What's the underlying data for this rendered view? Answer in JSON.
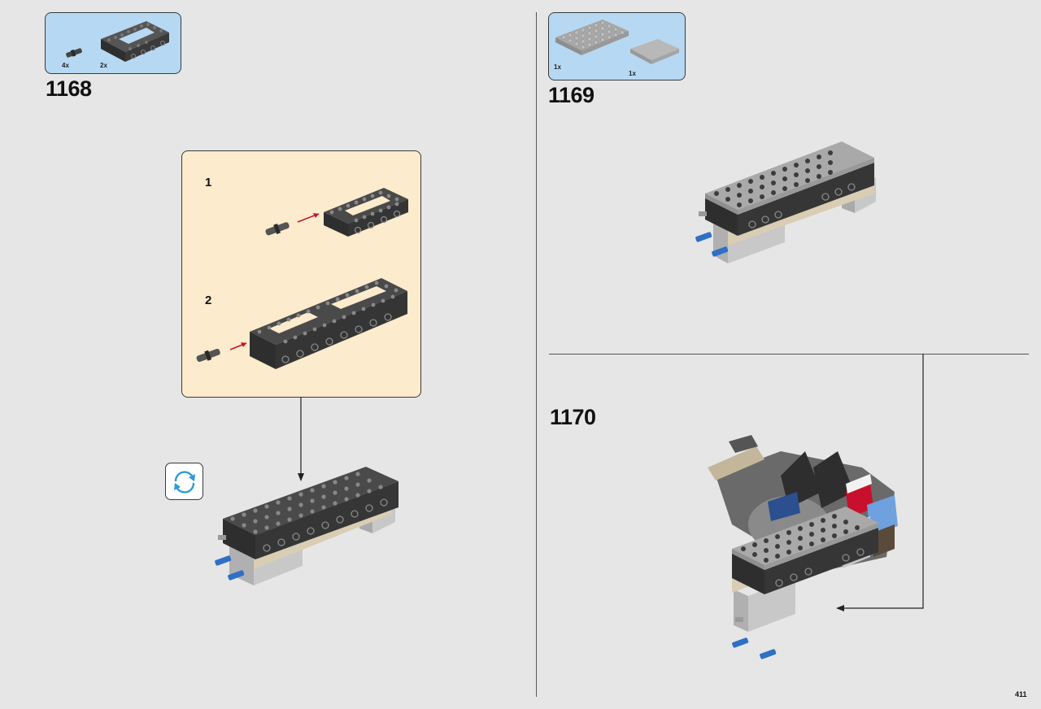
{
  "steps": {
    "s1168": {
      "number": "1168",
      "parts": [
        {
          "qty": "4x",
          "part": "axle-pin-icon"
        },
        {
          "qty": "2x",
          "part": "technic-brick-frame-icon"
        }
      ],
      "substeps": [
        "1",
        "2"
      ]
    },
    "s1169": {
      "number": "1169",
      "parts": [
        {
          "qty": "1x",
          "part": "plate-6x8-icon"
        },
        {
          "qty": "1x",
          "part": "tile-4x4-icon"
        }
      ]
    },
    "s1170": {
      "number": "1170"
    }
  },
  "page": {
    "number": "411"
  },
  "colors": {
    "callout_bg": "#b6d8f2",
    "subassembly_bg": "#fcebcc",
    "page_bg": "#e6e6e6",
    "brick_dark": "#2e2e2e",
    "brick_light": "#a8a8a8",
    "axle_blue": "#2f6fc6",
    "arrow_red": "#c8102e"
  },
  "icons": {
    "rotate": "rotate-model-icon"
  }
}
